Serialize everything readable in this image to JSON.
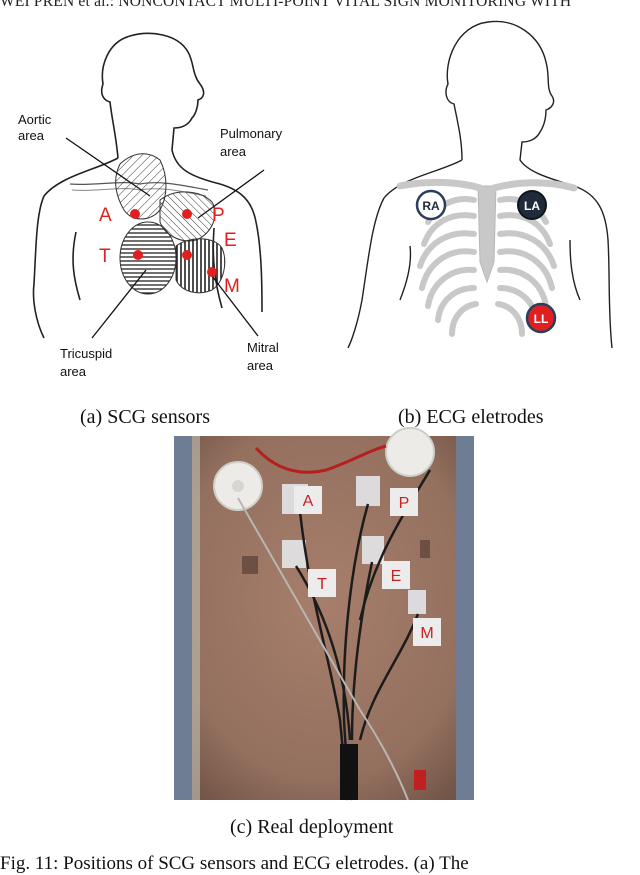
{
  "header": {
    "running_head": "WEI PREN et al.: NONCONTACT MULTI-POINT VITAL SIGN MONITORING WITH"
  },
  "panel_a": {
    "labels": {
      "aortic": [
        "Aortic",
        "area"
      ],
      "pulmonary": [
        "Pulmonary",
        "area"
      ],
      "tricuspid": [
        "Tricuspid",
        "area"
      ],
      "mitral": [
        "Mitral",
        "area"
      ]
    },
    "points": {
      "A": "A",
      "P": "P",
      "T": "T",
      "E": "E",
      "M": "M"
    },
    "caption": "(a) SCG sensors"
  },
  "panel_b": {
    "electrodes": {
      "RA": "RA",
      "LA": "LA",
      "LL": "LL"
    },
    "caption": "(b) ECG eletrodes"
  },
  "panel_c": {
    "tags": {
      "A": "A",
      "P": "P",
      "T": "T",
      "E": "E",
      "M": "M"
    },
    "caption": "(c) Real deployment"
  },
  "figure_caption": "Fig. 11: Positions of SCG sensors and ECG eletrodes. (a) The",
  "colors": {
    "marker_red": "#e02020",
    "tag_text_red": "#cc2020",
    "skin": "#9b7361",
    "rib_gray": "#c8c8c8"
  }
}
